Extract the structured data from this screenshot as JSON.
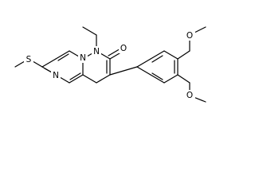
{
  "molecule": {
    "colors": {
      "bond": "#000000",
      "label": "#000000",
      "background": "#ffffff"
    },
    "atom_labels": {
      "n_ethyl": "N",
      "n_ring_upper": "N",
      "n_ring_lower": "N",
      "s_thio": "S",
      "o_carbonyl": "O",
      "o_methoxy_top": "O",
      "o_methoxy_bottom": "O"
    }
  }
}
